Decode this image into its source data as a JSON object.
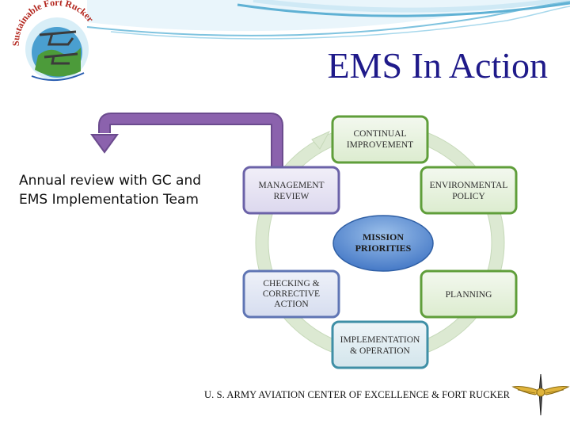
{
  "slide": {
    "title": "EMS In Action",
    "caption_line1": "Annual review with GC and",
    "caption_line2": "EMS Implementation Team",
    "footer": "U. S. ARMY AVIATION CENTER OF EXCELLENCE & FORT RUCKER"
  },
  "logo": {
    "text": "Sustainable Fort Rucker"
  },
  "cycle": {
    "center": {
      "line1": "MISSION",
      "line2": "PRIORITIES"
    },
    "nodes": {
      "continual": {
        "line1": "CONTINUAL",
        "line2": "IMPROVEMENT"
      },
      "policy": {
        "line1": "ENVIRONMENTAL",
        "line2": "POLICY"
      },
      "planning": {
        "line1": "PLANNING"
      },
      "implementation": {
        "line1": "IMPLEMENTATION",
        "line2": "& OPERATION"
      },
      "checking": {
        "line1": "CHECKING &",
        "line2": "CORRECTIVE",
        "line3": "ACTION"
      },
      "management": {
        "line1": "MANAGEMENT",
        "line2": "REVIEW"
      }
    }
  },
  "colors": {
    "title": "#1f1a8a",
    "green_box": "#5f9e3a",
    "teal_box": "#3f8fa6",
    "purple_box": "#6b62a8",
    "blue_box": "#5f75b4",
    "arrow_purple": "#8b62ad",
    "ring": "#dce9d2"
  }
}
